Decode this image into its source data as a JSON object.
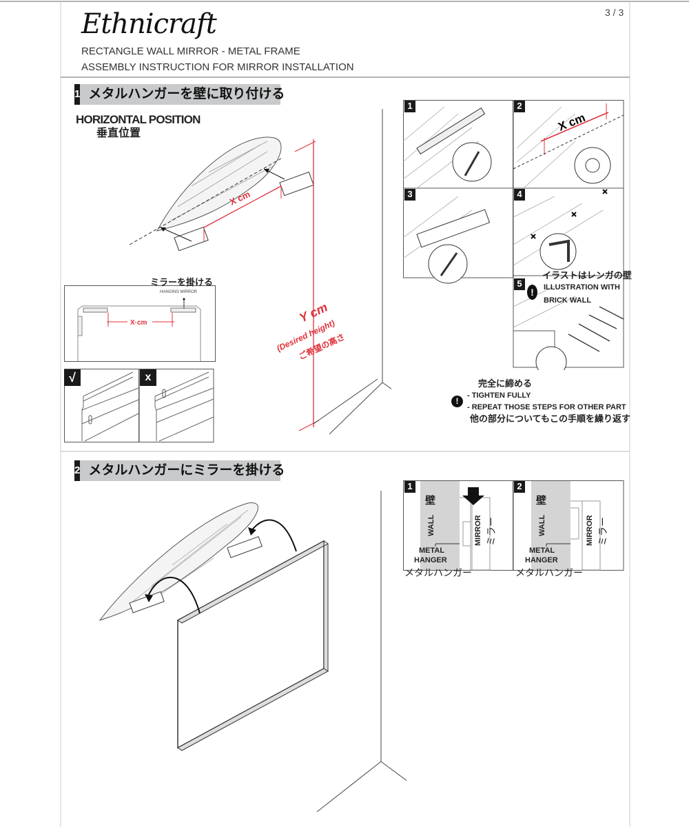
{
  "header": {
    "brand": "Ethnicraft",
    "page": "3 / 3",
    "product": "RECTANGLE WALL MIRROR - METAL FRAME",
    "subtitle": "ASSEMBLY INSTRUCTION FOR MIRROR INSTALLATION"
  },
  "section1": {
    "number": "1",
    "title": "メタルハンガーを壁に取り付ける",
    "horizontal_en": "HORIZONTAL POSITION",
    "horizontal_jp": "垂直位置",
    "x_cm": "X cm",
    "y_cm": "Y cm",
    "desired_en": "(Desired height)",
    "desired_jp": "ご希望の高さ",
    "hanging_jp": "ミラーを掛ける",
    "hanging_en": "HANGING MIRROR",
    "mirror_x_cm": "X·cm",
    "correct_mark": "√",
    "wrong_mark": "x",
    "steps": [
      "1",
      "2",
      "3",
      "4",
      "5"
    ],
    "step2_x_cm": "X cm",
    "step5_note_jp": "イラストはレンガの壁",
    "step5_note_en1": "ILLUSTRATION WITH",
    "step5_note_en2": "BRICK WALL",
    "tighten_jp": "完全に締める",
    "tighten_en": "- TIGHTEN FULLY",
    "repeat_en": "- REPEAT THOSE STEPS FOR OTHER PART",
    "repeat_jp": "他の部分についてもこの手順を繰り返す"
  },
  "section2": {
    "number": "2",
    "title": "メタルハンガーにミラーを掛ける",
    "panels": [
      {
        "num": "1",
        "wall_jp": "壁",
        "wall_en": "WALL",
        "mirror_en": "MIRROR",
        "mirror_jp": "ミラー",
        "hanger_en1": "METAL",
        "hanger_en2": "HANGER",
        "hanger_jp": "メタルハンガー"
      },
      {
        "num": "2",
        "wall_jp": "壁",
        "wall_en": "WALL",
        "mirror_en": "MIRROR",
        "mirror_jp": "ミラー",
        "hanger_en1": "METAL",
        "hanger_en2": "HANGER",
        "hanger_jp": "メタルハンガー"
      }
    ]
  },
  "colors": {
    "accent_red": "#e0303a",
    "header_gray": "#c8cacc",
    "wall_gray": "#d4d4d4"
  }
}
